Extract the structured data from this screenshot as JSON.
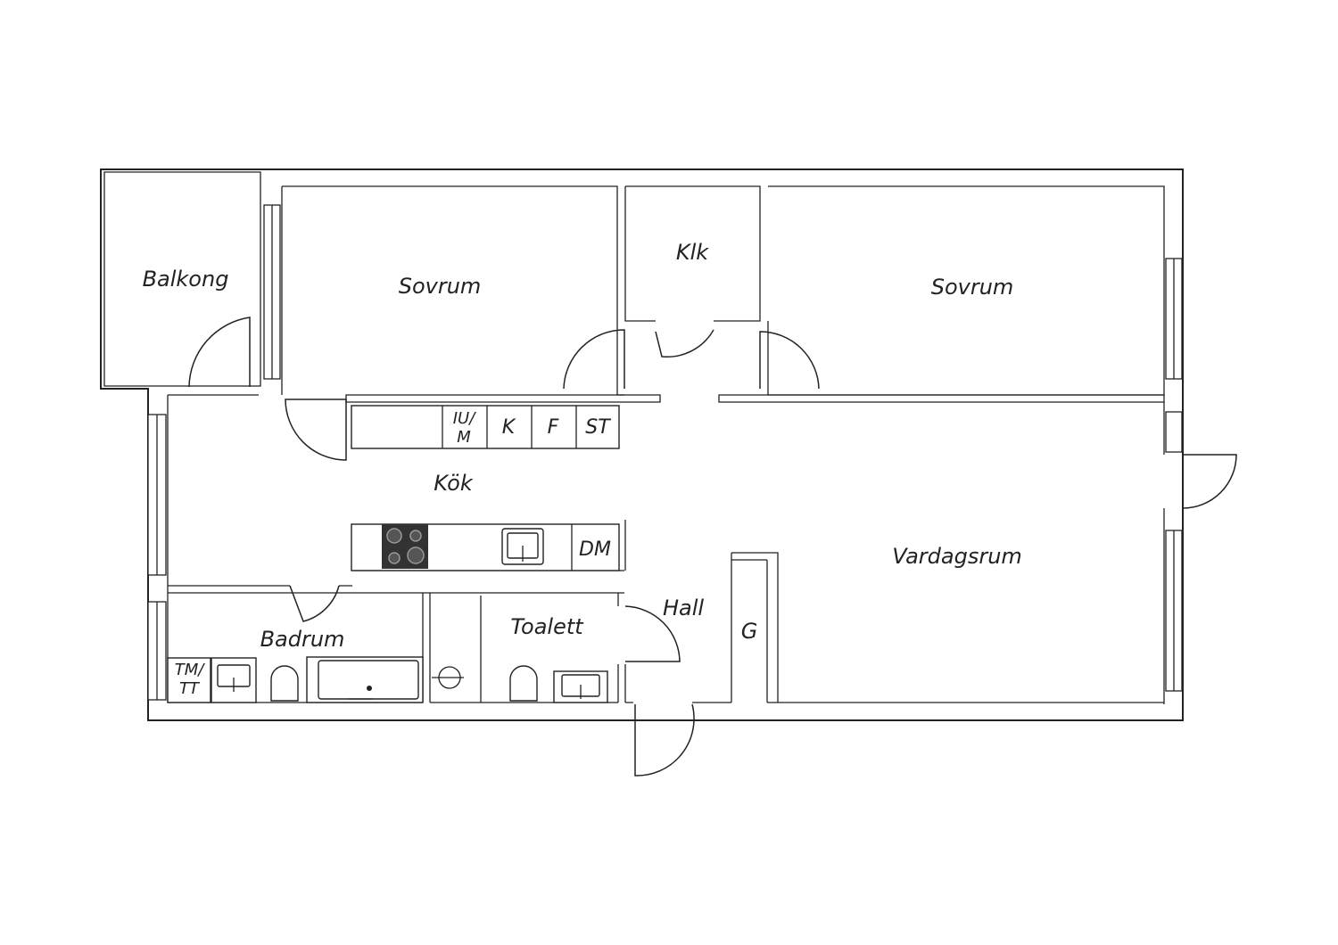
{
  "rooms": {
    "balkong": "Balkong",
    "sovrum_left": "Sovrum",
    "klk": "Klk",
    "sovrum_right": "Sovrum",
    "kok": "Kök",
    "vardagsrum": "Vardagsrum",
    "hall": "Hall",
    "badrum": "Badrum",
    "toalett": "Toalett"
  },
  "fixtures": {
    "iu_top": "IU/",
    "iu_bottom": "M",
    "k": "K",
    "f": "F",
    "st": "ST",
    "dm": "DM",
    "g": "G",
    "tm_top": "TM/",
    "tm_bottom": "TT"
  },
  "icons": {
    "stove": "stove-icon",
    "sink": "sink-icon",
    "toilet": "toilet-icon",
    "bathtub": "bathtub-icon",
    "shower": "shower-icon"
  },
  "colors": {
    "line": "#222222",
    "background": "#ffffff",
    "stove": "#333333"
  }
}
